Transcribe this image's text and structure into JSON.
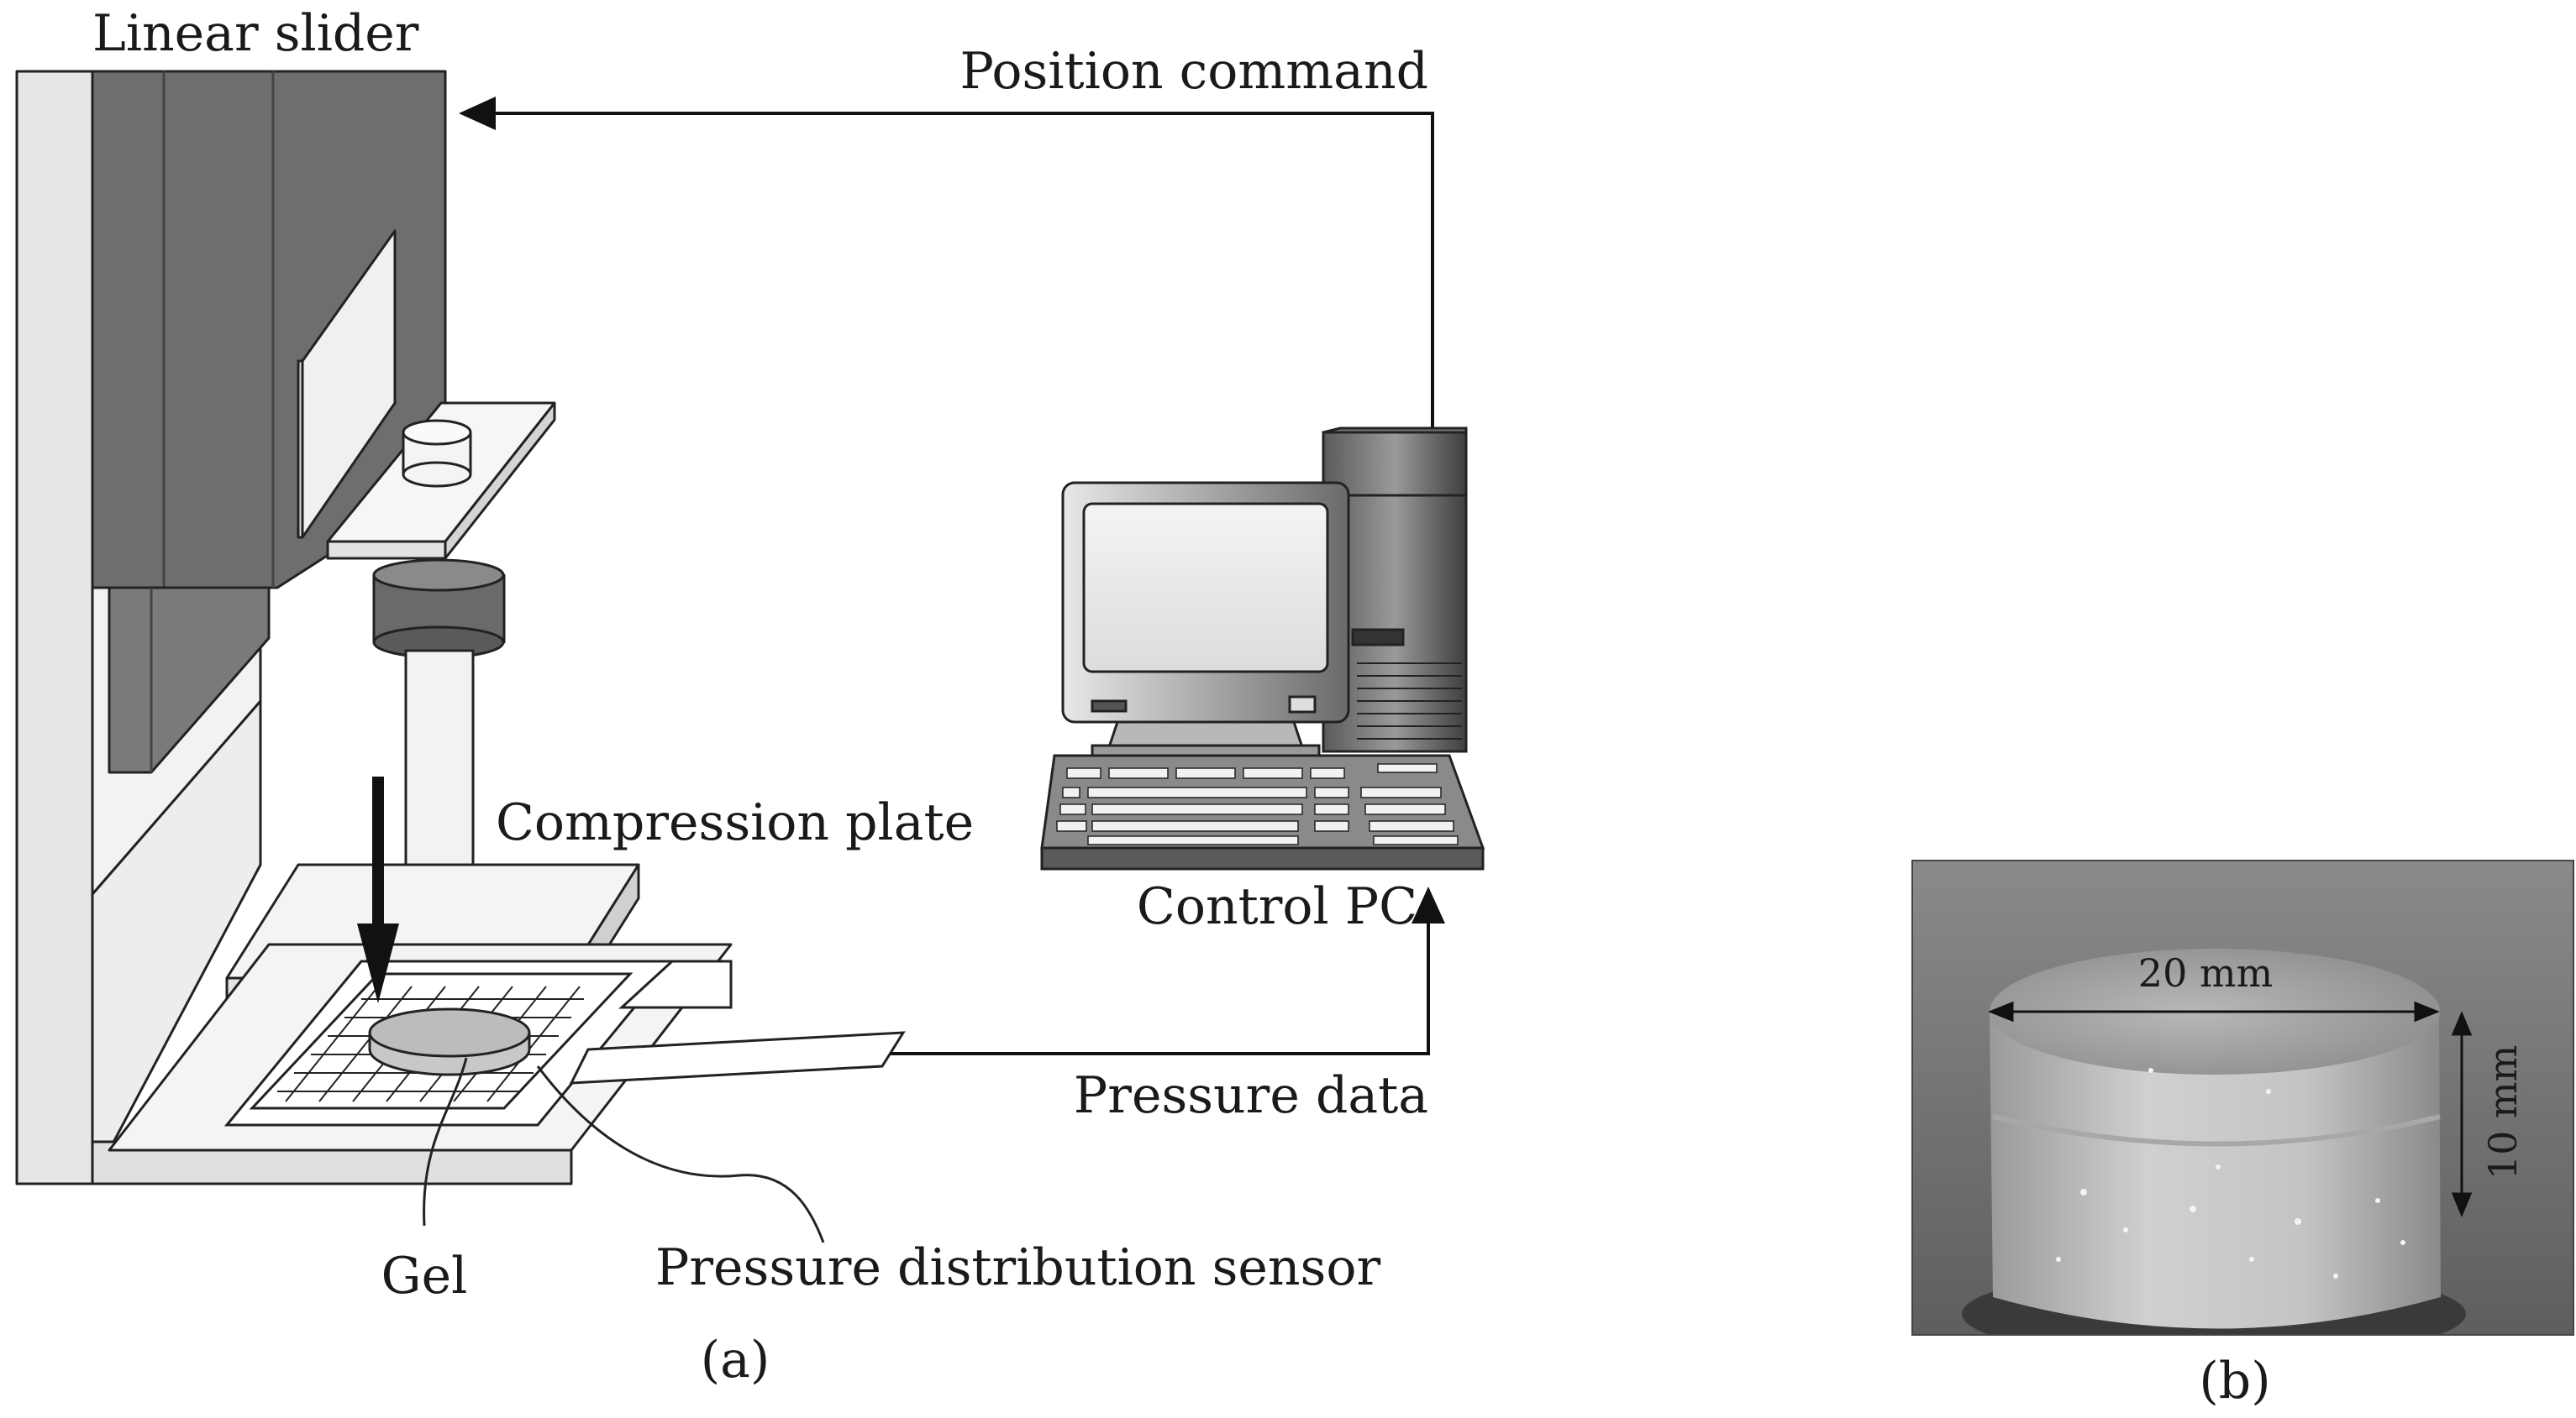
{
  "panel_a": {
    "labels": {
      "linear_slider": "Linear slider",
      "position_command": "Position command",
      "compression_plate": "Compression plate",
      "control_pc": "Control PC",
      "pressure_data": "Pressure data",
      "gel": "Gel",
      "pressure_sensor": "Pressure distribution sensor"
    },
    "caption": "(a)"
  },
  "panel_b": {
    "width_dimension": "20 mm",
    "height_dimension": "10 mm",
    "caption": "(b)"
  }
}
